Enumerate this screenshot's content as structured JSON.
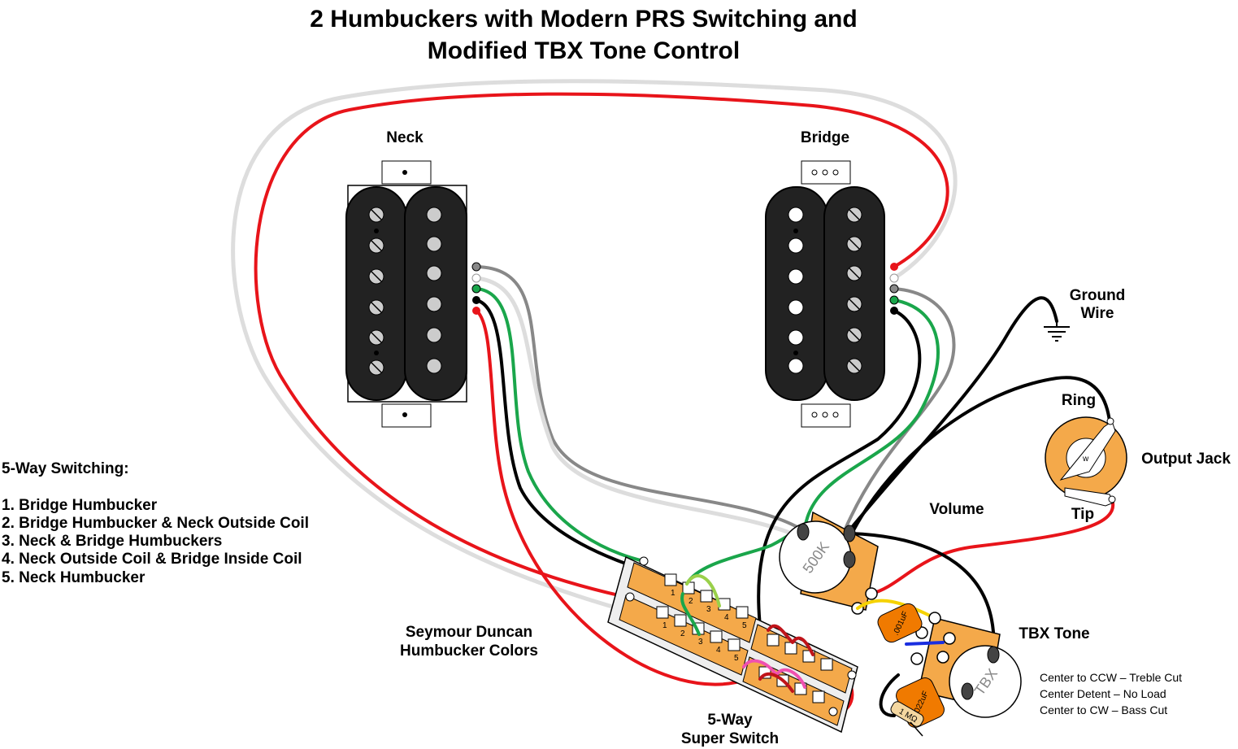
{
  "title_line1": "2 Humbuckers with Modern PRS Switching and",
  "title_line2": "Modified TBX Tone Control",
  "pickups": {
    "neck": "Neck",
    "bridge": "Bridge"
  },
  "ground_wire": [
    "Ground",
    "Wire"
  ],
  "output_jack": {
    "label": "Output Jack",
    "ring": "Ring",
    "tip": "Tip"
  },
  "volume": {
    "label": "Volume",
    "value": "500K"
  },
  "tbx": {
    "label": "TBX Tone",
    "knob": "TBX",
    "cap1": ".001uF",
    "cap2": ".022uF",
    "resistor": "1 MΩ",
    "notes": [
      "Center to CCW – Treble Cut",
      "Center Detent – No Load",
      "Center to CW – Bass Cut"
    ]
  },
  "switching": {
    "heading": "5-Way Switching:",
    "positions": [
      "1. Bridge Humbucker",
      "2. Bridge Humbucker & Neck Outside Coil",
      "3. Neck & Bridge Humbuckers",
      "4. Neck Outside Coil & Bridge Inside Coil",
      "5. Neck Humbucker"
    ]
  },
  "colors_label": [
    "Seymour Duncan",
    "Humbucker Colors"
  ],
  "switch_label": [
    "5-Way",
    "Super Switch"
  ],
  "switch_numbers": [
    "1",
    "2",
    "3",
    "4",
    "5"
  ],
  "colors": {
    "red": "#e8141a",
    "green": "#1aa64b",
    "gray": "#888888",
    "white": "#dddddd",
    "black": "#000000",
    "pot_body": "#f4a94a"
  }
}
